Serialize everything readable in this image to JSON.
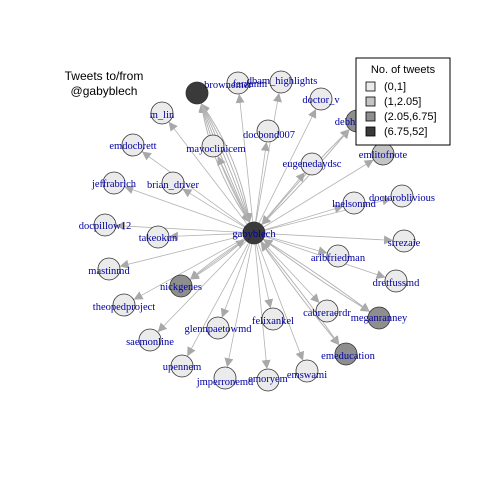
{
  "title": {
    "line1": "Tweets to/from",
    "line2": "@gabyblech"
  },
  "legend": {
    "title": "No. of tweets",
    "items": [
      {
        "label": "(0,1]",
        "color": "#ebebeb"
      },
      {
        "label": "(1,2.05]",
        "color": "#c4c4c4"
      },
      {
        "label": "(2.05,6.75]",
        "color": "#8e8e8e"
      },
      {
        "label": "(6.75,52]",
        "color": "#3a3a3a"
      }
    ]
  },
  "colors": {
    "edge": "#b3b3b3",
    "arrow": "#a8a8a8",
    "label": "#0000a0",
    "node_border": "#333333"
  },
  "network": {
    "center": "gabyblech",
    "nodes": [
      {
        "id": "gabyblech",
        "label": "gabyblech",
        "level": 3
      },
      {
        "id": "brownemer",
        "label": "brownemer",
        "level": 3
      },
      {
        "id": "farzanm",
        "label": "farzanm",
        "level": 0
      },
      {
        "id": "dbam_highlights",
        "label": "dbam_highlights",
        "level": 0
      },
      {
        "id": "doctor_v",
        "label": "doctor_v",
        "level": 0
      },
      {
        "id": "debh",
        "label": "debh",
        "level": 2
      },
      {
        "id": "m_lin",
        "label": "m_lin",
        "level": 0
      },
      {
        "id": "docbond007",
        "label": "docbond007",
        "level": 0
      },
      {
        "id": "emdocbrett",
        "label": "emdocbrett",
        "level": 0
      },
      {
        "id": "mayoclinicem",
        "label": "mayoclinicem",
        "level": 0
      },
      {
        "id": "eugenedaydsc",
        "label": "eugenedaydsc",
        "level": 0
      },
      {
        "id": "emlitofnote",
        "label": "emlitofnote",
        "level": 1
      },
      {
        "id": "jeffrabrich",
        "label": "jeffrabrich",
        "level": 0
      },
      {
        "id": "brian_driver",
        "label": "brian_driver",
        "level": 0
      },
      {
        "id": "doctoroblivious",
        "label": "doctoroblivious",
        "level": 0
      },
      {
        "id": "lnelsonmd",
        "label": "lnelsonmd",
        "level": 0
      },
      {
        "id": "docpillow12",
        "label": "docpillow12",
        "level": 0
      },
      {
        "id": "takeokun",
        "label": "takeokun",
        "level": 0
      },
      {
        "id": "srrezaie",
        "label": "srrezaie",
        "level": 0
      },
      {
        "id": "mastinmd",
        "label": "mastinmd",
        "level": 0
      },
      {
        "id": "aribfriedman",
        "label": "aribfriedman",
        "level": 0
      },
      {
        "id": "dretfussmd",
        "label": "dretfussmd",
        "level": 0
      },
      {
        "id": "nickgenes",
        "label": "nickgenes",
        "level": 2
      },
      {
        "id": "theopedproject",
        "label": "theopedproject",
        "level": 0
      },
      {
        "id": "cabreraerdr",
        "label": "cabreraerdr",
        "level": 0
      },
      {
        "id": "meganranney",
        "label": "meganranney",
        "level": 2
      },
      {
        "id": "felixankel",
        "label": "felixankel",
        "level": 0
      },
      {
        "id": "glennpaetowmd",
        "label": "glennpaetowmd",
        "level": 0
      },
      {
        "id": "saemonline",
        "label": "saemonline",
        "level": 0
      },
      {
        "id": "emeducation",
        "label": "emeducation",
        "level": 2
      },
      {
        "id": "upennem",
        "label": "upennem",
        "level": 0
      },
      {
        "id": "emswami",
        "label": "emswami",
        "level": 0
      },
      {
        "id": "jmperronemd",
        "label": "jmperronemd",
        "level": 0
      },
      {
        "id": "emoryem",
        "label": "emoryem",
        "level": 0
      }
    ],
    "edges": [
      {
        "from": "gabyblech",
        "to": "brownemer",
        "count": 6
      },
      {
        "from": "brownemer",
        "to": "gabyblech",
        "count": 6
      },
      {
        "from": "gabyblech",
        "to": "farzanm",
        "count": 1
      },
      {
        "from": "gabyblech",
        "to": "dbam_highlights",
        "count": 1
      },
      {
        "from": "gabyblech",
        "to": "doctor_v",
        "count": 1
      },
      {
        "from": "gabyblech",
        "to": "debh",
        "count": 2
      },
      {
        "from": "debh",
        "to": "gabyblech",
        "count": 2
      },
      {
        "from": "gabyblech",
        "to": "m_lin",
        "count": 1
      },
      {
        "from": "gabyblech",
        "to": "docbond007",
        "count": 1
      },
      {
        "from": "gabyblech",
        "to": "emdocbrett",
        "count": 1
      },
      {
        "from": "gabyblech",
        "to": "mayoclinicem",
        "count": 1
      },
      {
        "from": "gabyblech",
        "to": "eugenedaydsc",
        "count": 1
      },
      {
        "from": "gabyblech",
        "to": "emlitofnote",
        "count": 1
      },
      {
        "from": "gabyblech",
        "to": "jeffrabrich",
        "count": 1
      },
      {
        "from": "gabyblech",
        "to": "brian_driver",
        "count": 1
      },
      {
        "from": "gabyblech",
        "to": "doctoroblivious",
        "count": 1
      },
      {
        "from": "gabyblech",
        "to": "lnelsonmd",
        "count": 1
      },
      {
        "from": "gabyblech",
        "to": "docpillow12",
        "count": 1
      },
      {
        "from": "gabyblech",
        "to": "takeokun",
        "count": 1
      },
      {
        "from": "gabyblech",
        "to": "srrezaie",
        "count": 1
      },
      {
        "from": "gabyblech",
        "to": "mastinmd",
        "count": 1
      },
      {
        "from": "gabyblech",
        "to": "aribfriedman",
        "count": 1
      },
      {
        "from": "gabyblech",
        "to": "dretfussmd",
        "count": 1
      },
      {
        "from": "gabyblech",
        "to": "nickgenes",
        "count": 2
      },
      {
        "from": "nickgenes",
        "to": "gabyblech",
        "count": 1
      },
      {
        "from": "gabyblech",
        "to": "theopedproject",
        "count": 1
      },
      {
        "from": "gabyblech",
        "to": "cabreraerdr",
        "count": 1
      },
      {
        "from": "gabyblech",
        "to": "meganranney",
        "count": 2
      },
      {
        "from": "meganranney",
        "to": "gabyblech",
        "count": 2
      },
      {
        "from": "gabyblech",
        "to": "felixankel",
        "count": 1
      },
      {
        "from": "gabyblech",
        "to": "glennpaetowmd",
        "count": 1
      },
      {
        "from": "gabyblech",
        "to": "saemonline",
        "count": 1
      },
      {
        "from": "gabyblech",
        "to": "emeducation",
        "count": 2
      },
      {
        "from": "emeducation",
        "to": "gabyblech",
        "count": 2
      },
      {
        "from": "gabyblech",
        "to": "upennem",
        "count": 1
      },
      {
        "from": "gabyblech",
        "to": "emswami",
        "count": 1
      },
      {
        "from": "gabyblech",
        "to": "jmperronemd",
        "count": 1
      },
      {
        "from": "gabyblech",
        "to": "emoryem",
        "count": 1
      }
    ]
  }
}
